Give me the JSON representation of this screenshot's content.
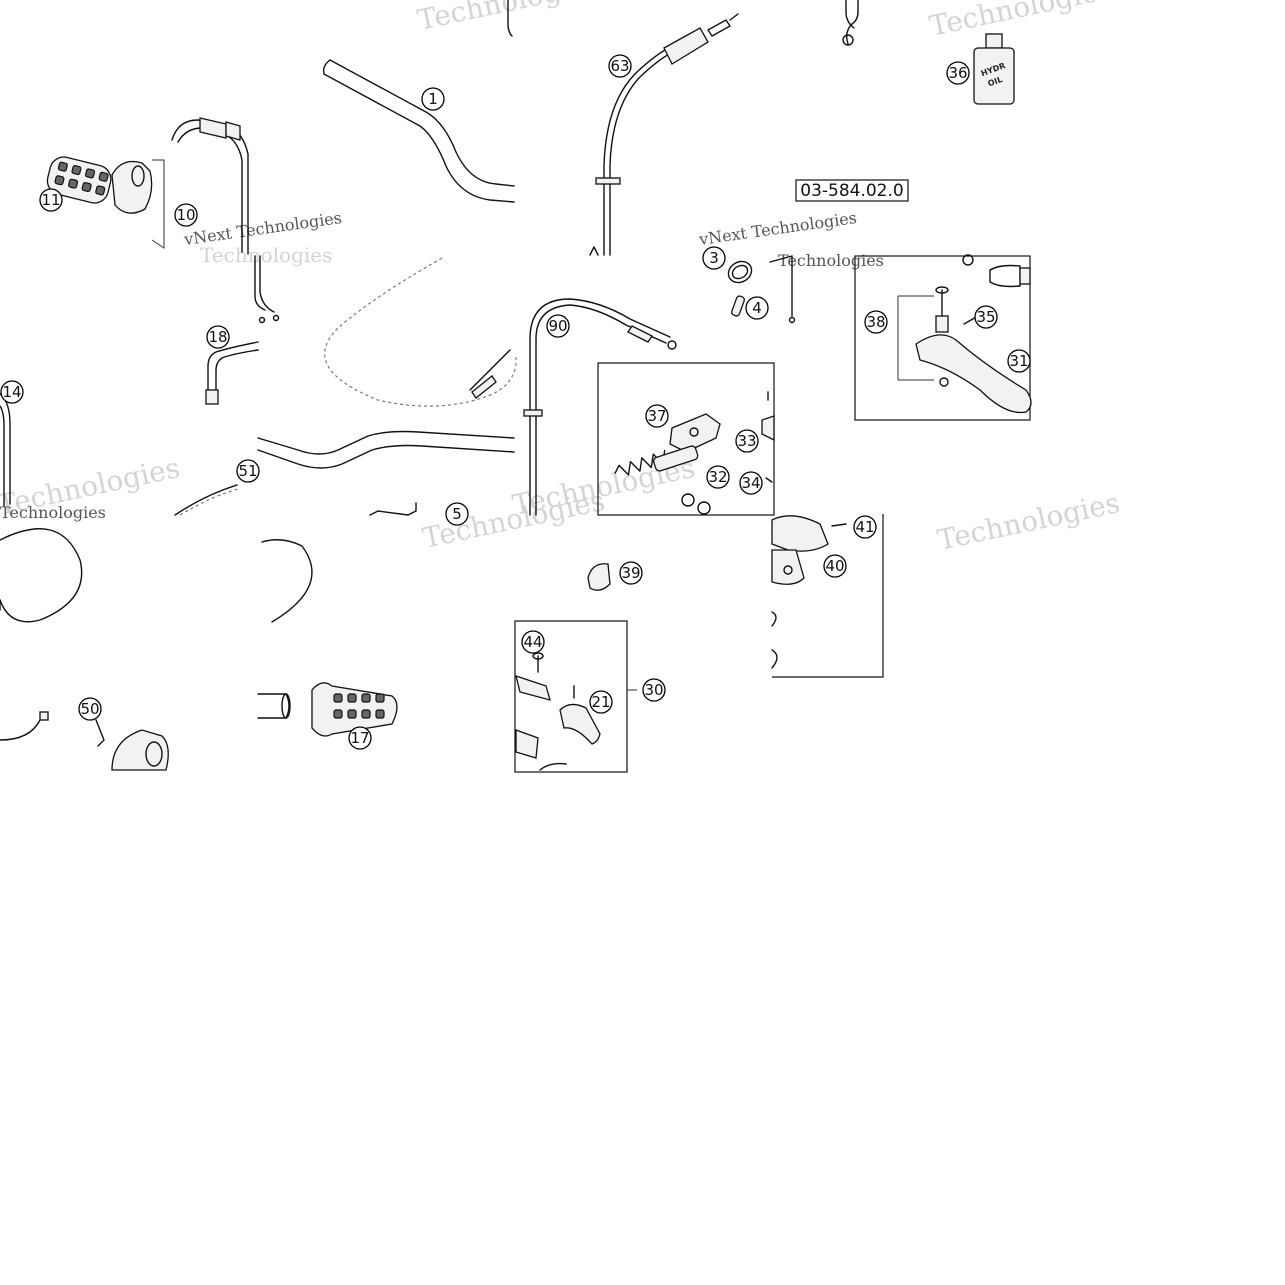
{
  "diagram_label": "03-584.02.0",
  "bottle_text": [
    "HYDR",
    "OIL"
  ],
  "watermark_text": {
    "line1": "vNext Technologies",
    "line2": "Technologies"
  },
  "callouts": [
    {
      "id": "callout-1",
      "label": "1"
    },
    {
      "id": "callout-63",
      "label": "63"
    },
    {
      "id": "callout-36",
      "label": "36"
    },
    {
      "id": "callout-11",
      "label": "11"
    },
    {
      "id": "callout-10",
      "label": "10"
    },
    {
      "id": "callout-3",
      "label": "3"
    },
    {
      "id": "callout-4",
      "label": "4"
    },
    {
      "id": "callout-90",
      "label": "90"
    },
    {
      "id": "callout-18",
      "label": "18"
    },
    {
      "id": "callout-38",
      "label": "38"
    },
    {
      "id": "callout-35",
      "label": "35"
    },
    {
      "id": "callout-31",
      "label": "31"
    },
    {
      "id": "callout-14",
      "label": "14"
    },
    {
      "id": "callout-37",
      "label": "37"
    },
    {
      "id": "callout-33",
      "label": "33"
    },
    {
      "id": "callout-32",
      "label": "32"
    },
    {
      "id": "callout-34",
      "label": "34"
    },
    {
      "id": "callout-51",
      "label": "51"
    },
    {
      "id": "callout-5",
      "label": "5"
    },
    {
      "id": "callout-41",
      "label": "41"
    },
    {
      "id": "callout-40",
      "label": "40"
    },
    {
      "id": "callout-39",
      "label": "39"
    },
    {
      "id": "callout-44",
      "label": "44"
    },
    {
      "id": "callout-30",
      "label": "30"
    },
    {
      "id": "callout-21",
      "label": "21"
    },
    {
      "id": "callout-50",
      "label": "50"
    },
    {
      "id": "callout-17",
      "label": "17"
    }
  ]
}
